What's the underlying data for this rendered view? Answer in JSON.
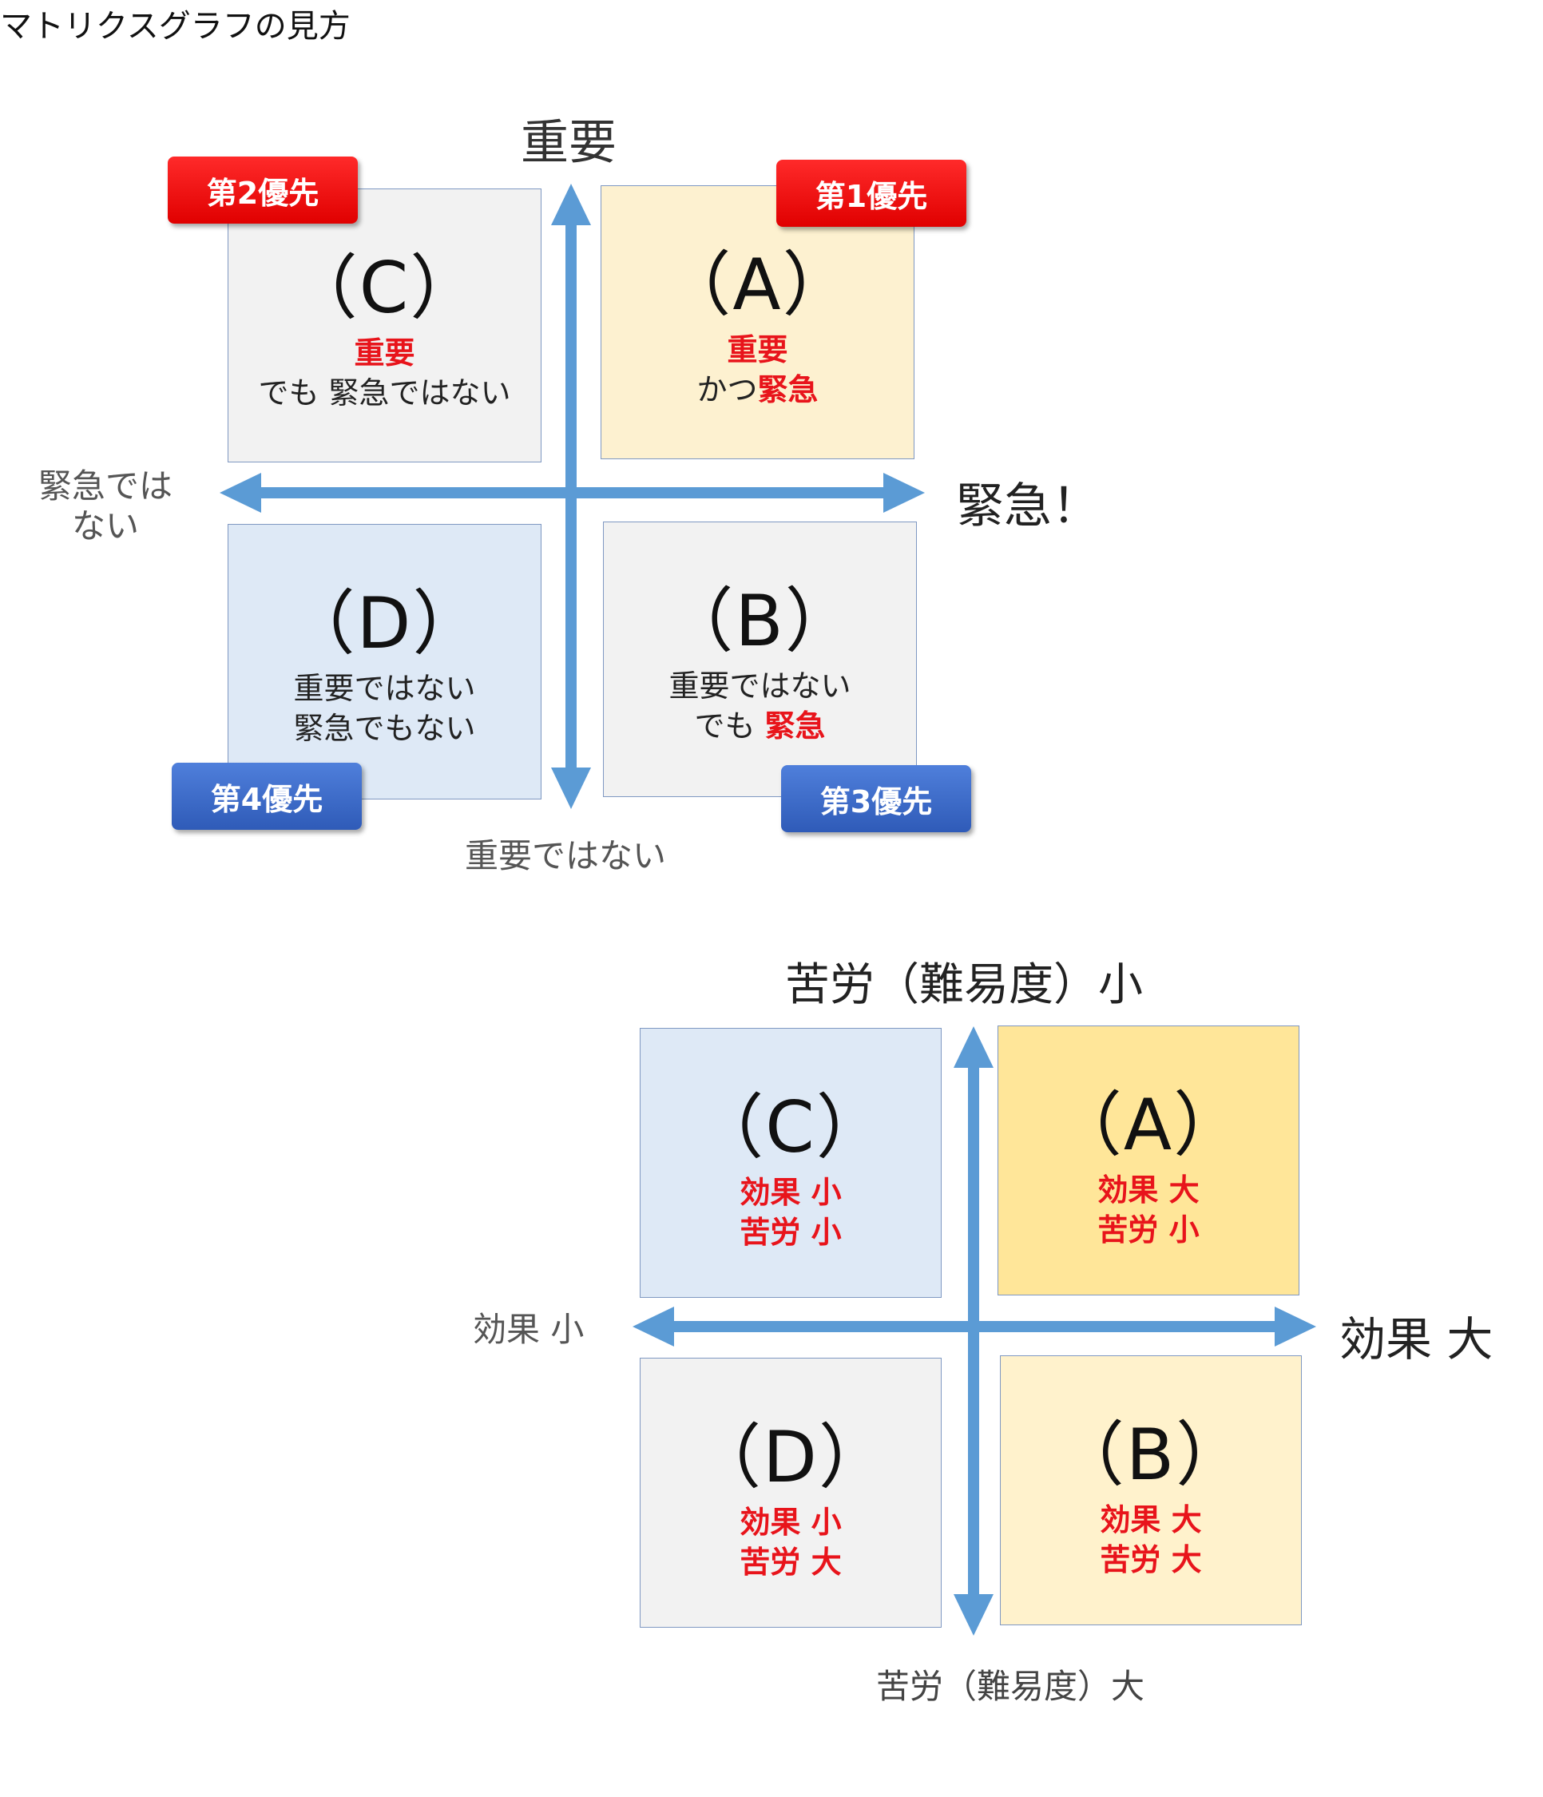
{
  "page_title": "マトリクスグラフの見方",
  "matrix1": {
    "axis_top": "重要",
    "axis_bottom": "重要ではない",
    "axis_left_line1": "緊急では",
    "axis_left_line2": "ない",
    "axis_right": "緊急！",
    "quadrants": {
      "C": {
        "letter": "（C）",
        "line1": "重要",
        "line2": "でも 緊急ではない"
      },
      "A": {
        "letter": "（A）",
        "line1": "重要",
        "line2_prefix": "かつ",
        "line2_red": "緊急"
      },
      "D": {
        "letter": "（D）",
        "line1": "重要ではない",
        "line2": "緊急でもない"
      },
      "B": {
        "letter": "（B）",
        "line1": "重要ではない",
        "line2_prefix": "でも ",
        "line2_red": "緊急"
      }
    },
    "badges": {
      "p2": "第2優先",
      "p1": "第1優先",
      "p4": "第4優先",
      "p3": "第3優先"
    },
    "colors": {
      "arrow": "#5b9bd5",
      "quad_gray": "#f2f2f2",
      "quad_yellow": "#fdf1d0",
      "quad_blue": "#dee9f6",
      "badge_red": "#ff0000",
      "badge_blue": "#3a67c9",
      "emphasis_red": "#e8141b"
    }
  },
  "matrix2": {
    "axis_top": "苦労（難易度）小",
    "axis_bottom": "苦労（難易度）大",
    "axis_left": "効果 小",
    "axis_right": "効果 大",
    "quadrants": {
      "C": {
        "letter": "（C）",
        "line1": "効果 小",
        "line2": "苦労 小"
      },
      "A": {
        "letter": "（A）",
        "line1": "効果 大",
        "line2": "苦労 小"
      },
      "D": {
        "letter": "（D）",
        "line1": "効果 小",
        "line2": "苦労 大"
      },
      "B": {
        "letter": "（B）",
        "line1": "効果 大",
        "line2": "苦労 大"
      }
    },
    "colors": {
      "quad_blue": "#dee9f6",
      "quad_yellow_strong": "#ffe699",
      "quad_gray": "#f2f2f2",
      "quad_yellow_light": "#fff2cc"
    }
  }
}
